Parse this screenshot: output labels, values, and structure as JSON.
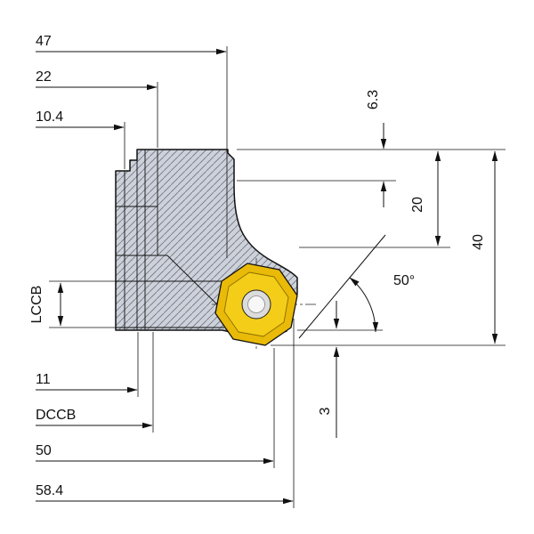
{
  "drawing": {
    "type": "technical-drawing-milling-cutter-side-view",
    "dims": {
      "d47": "47",
      "d22": "22",
      "d10_4": "10.4",
      "d6_3": "6.3",
      "d20": "20",
      "d40": "40",
      "angle50": "50°",
      "lccb": "LCCB",
      "d11": "11",
      "dccb": "DCCB",
      "d50": "50",
      "d58_4": "58.4",
      "d3": "3"
    },
    "colors": {
      "body_fill": "#cdd1da",
      "hatch_line": "#6f7480",
      "outline": "#111111",
      "insert_face": "#e9ba07",
      "insert_top": "#f4cd18",
      "hole_ring": "#dcdcdc",
      "hole_center": "#f7f7f7"
    }
  }
}
